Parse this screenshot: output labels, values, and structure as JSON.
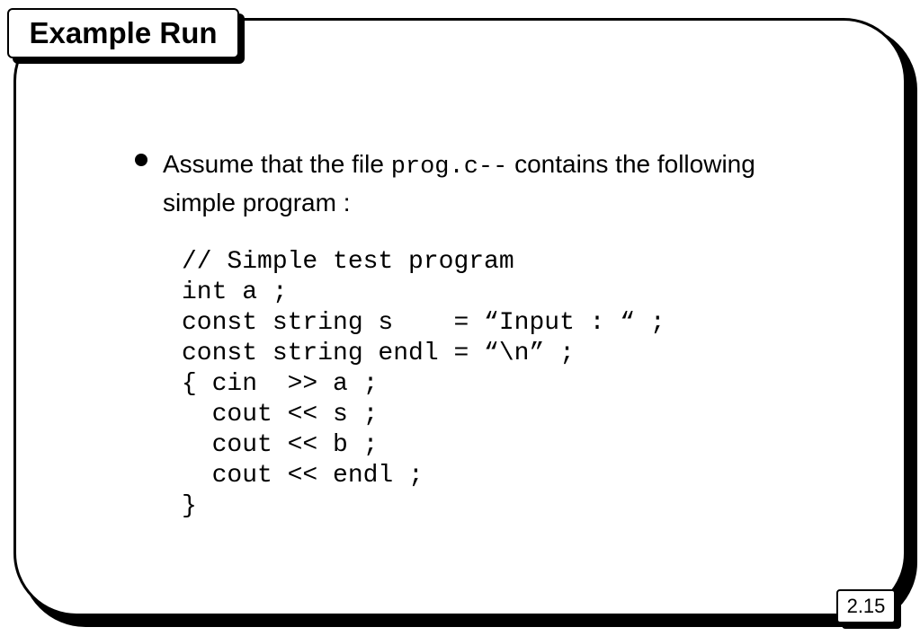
{
  "slide": {
    "title": "Example Run",
    "bullet": {
      "text_before": "Assume that the file ",
      "filename": "prog.c--",
      "text_after": " contains the following simple program :"
    },
    "code_lines": [
      "// Simple test program",
      "int a ;",
      "const string s    = “Input : “ ;",
      "const string endl = “\\n” ;",
      "{ cin  >> a ;",
      "  cout << s ;",
      "  cout << b ;",
      "  cout << endl ;",
      "}"
    ],
    "page_number": "2.15"
  }
}
